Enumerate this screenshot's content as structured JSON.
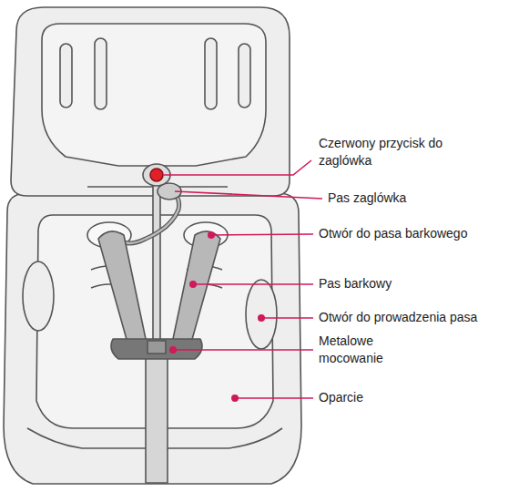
{
  "diagram": {
    "labels": [
      "Czerwony przycisk do zaglówka",
      "Pas zaglówka",
      "Otwór do pasa barkowego",
      "Pas barkowy",
      "Otwór do prowadzenia pasa",
      "Metalowe mocowanie",
      "Oparcie"
    ]
  }
}
